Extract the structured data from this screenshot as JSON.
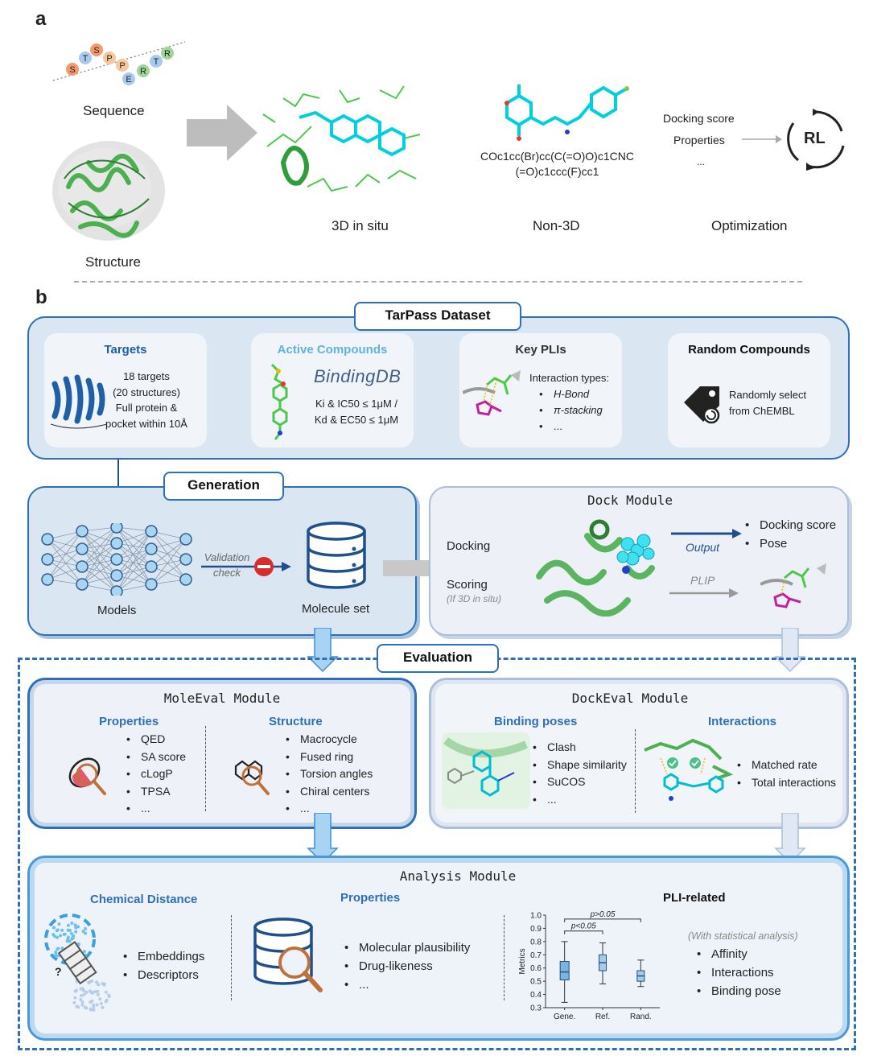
{
  "panel_a": {
    "letter": "a",
    "sequence_label": "Sequence",
    "sequence_letters": [
      "S",
      "T",
      "S",
      "P",
      "P",
      "E",
      "R",
      "T",
      "R"
    ],
    "structure_label": "Structure",
    "in_situ_label": "3D in situ",
    "non3d_label": "Non-3D",
    "smiles_line1": "COc1cc(Br)cc(C(=O)O)c1CNC",
    "smiles_line2": "(=O)c1ccc(F)cc1",
    "docking_score": "Docking score",
    "properties": "Properties",
    "ellipsis": "...",
    "rl": "RL",
    "optimization_label": "Optimization"
  },
  "panel_b": {
    "letter": "b",
    "dataset_title": "TarPass Dataset",
    "targets": {
      "title": "Targets",
      "line1": "18 targets",
      "line2": "(20 structures)",
      "line3": "Full protein &",
      "line4": "pocket within 10Å"
    },
    "active": {
      "title": "Active Compounds",
      "logo": "BindingDB",
      "line1": "Ki & IC50 ≤ 1μM /",
      "line2": "Kd & EC50 ≤ 1μM"
    },
    "plis": {
      "title": "Key PLIs",
      "heading": "Interaction types:",
      "items": [
        "H-Bond",
        "π-stacking",
        "..."
      ]
    },
    "random": {
      "title": "Random Compounds",
      "line1": "Randomly select",
      "line2": "from ChEMBL"
    },
    "generation": {
      "title": "Generation",
      "models": "Models",
      "validation1": "Validation",
      "validation2": "check",
      "molecule_set": "Molecule set"
    },
    "dock": {
      "title": "Dock Module",
      "docking": "Docking",
      "scoring": "Scoring",
      "scoring_note": "(If 3D in situ)",
      "output": "Output",
      "plip": "PLIP",
      "outputs": [
        "Docking score",
        "Pose"
      ]
    },
    "evaluation_title": "Evaluation",
    "moleeval": {
      "title": "MoleEval Module",
      "properties_title": "Properties",
      "properties": [
        "QED",
        "SA score",
        "cLogP",
        "TPSA",
        "..."
      ],
      "structure_title": "Structure",
      "structure": [
        "Macrocycle",
        "Fused ring",
        "Torsion angles",
        "Chiral centers",
        "..."
      ]
    },
    "dockeval": {
      "title": "DockEval Module",
      "poses_title": "Binding poses",
      "poses": [
        "Clash",
        "Shape similarity",
        "SuCOS",
        "..."
      ],
      "interactions_title": "Interactions",
      "interactions": [
        "Matched rate",
        "Total interactions"
      ]
    },
    "analysis": {
      "title": "Analysis Module",
      "chem_title": "Chemical Distance",
      "chem": [
        "Embeddings",
        "Descriptors"
      ],
      "chem_q": "?",
      "props_title": "Properties",
      "props": [
        "Molecular plausibility",
        "Drug-likeness",
        "..."
      ],
      "pli_title": "PLI-related",
      "pli_note": "(With statistical analysis)",
      "pli": [
        "Affinity",
        "Interactions",
        "Binding pose"
      ]
    }
  },
  "chart_data": {
    "type": "box",
    "categories": [
      "Gene.",
      "Ref.",
      "Rand."
    ],
    "ylabel": "Metrics",
    "ylim": [
      0.3,
      1.0
    ],
    "yticks": [
      "0.3",
      "0.4",
      "0.5",
      "0.6",
      "0.7",
      "0.8",
      "0.9",
      "1.0"
    ],
    "boxes": [
      {
        "min": 0.34,
        "q1": 0.51,
        "median": 0.57,
        "q3": 0.65,
        "max": 0.8
      },
      {
        "min": 0.48,
        "q1": 0.58,
        "median": 0.64,
        "q3": 0.7,
        "max": 0.79
      },
      {
        "min": 0.46,
        "q1": 0.5,
        "median": 0.54,
        "q3": 0.58,
        "max": 0.66
      }
    ],
    "annotations": [
      {
        "text": "p<0.05",
        "from": 0,
        "to": 1,
        "y": 0.88
      },
      {
        "text": "p>0.05",
        "from": 0,
        "to": 2,
        "y": 0.97
      }
    ],
    "colors": {
      "box": "#7ab4e0",
      "stroke": "#1d4f80"
    }
  }
}
